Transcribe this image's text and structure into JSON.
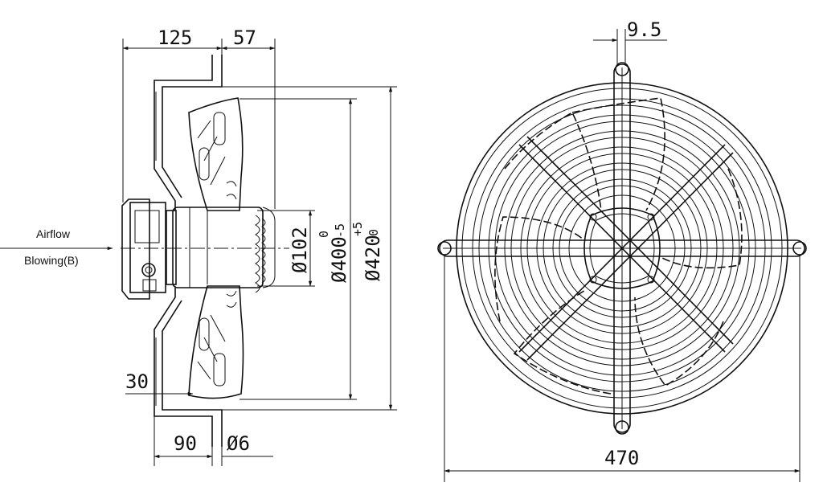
{
  "side_view": {
    "dim_125": "125",
    "dim_57": "57",
    "dim_30": "30",
    "dim_90": "90",
    "dim_phi6": "Ø6",
    "dia_102": "Ø102",
    "dia_400_base": "Ø400",
    "dia_400_upper": "0",
    "dia_400_lower": "-5",
    "dia_420_base": "Ø420",
    "dia_420_upper": "+5",
    "dia_420_lower": "0",
    "airflow_label": "Airflow",
    "blowing_label": "Blowing(B)"
  },
  "front_view": {
    "dim_9_5": "9.5",
    "dim_470": "470"
  }
}
